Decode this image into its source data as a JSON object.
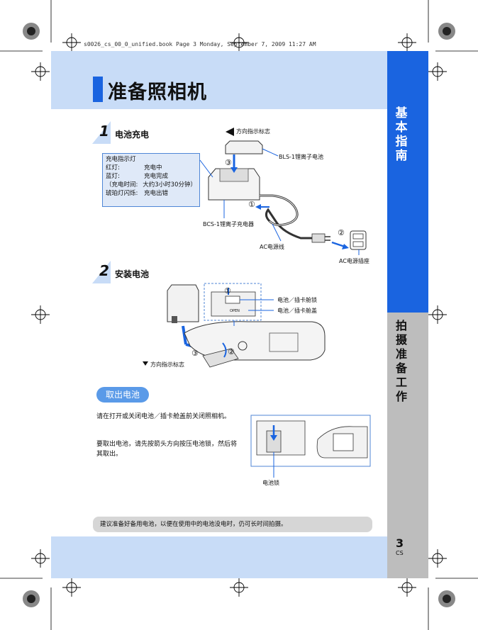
{
  "header": {
    "book_line": "s0026_cs_00_0_unified.book  Page 3  Monday, September 7, 2009  11:27 AM"
  },
  "title": "准备照相机",
  "sidebar": {
    "section_1": "基本指南",
    "section_2": "拍摄准备工作"
  },
  "step1": {
    "number": "1",
    "title": "电池充电",
    "direction_label": "方向指示标志",
    "battery_label": "BLS-1锂离子电池",
    "charger_label": "BCS-1锂离子充电器",
    "cable_label": "AC电源线",
    "outlet_label": "AC电源插座",
    "markers": [
      "①",
      "②",
      "③"
    ],
    "indicator": {
      "heading": "充电指示灯",
      "rows": [
        {
          "key": "红灯:",
          "value": "充电中"
        },
        {
          "key": "蓝灯:",
          "value": "充电完成"
        },
        {
          "key": "（充电时间:",
          "value": "大约3小时30分钟）"
        },
        {
          "key": "琥珀灯闪烁:",
          "value": "充电出错"
        }
      ]
    }
  },
  "step2": {
    "number": "2",
    "title": "安装电池",
    "lock_label": "电池／插卡舱锁",
    "cover_label": "电池／插卡舱盖",
    "direction_label": "方向指示标志",
    "direction_marker": "▼",
    "open_text": "OPEN"
  },
  "remove": {
    "pill": "取出电池",
    "para1": "请在打开或关闭电池／插卡舱盖前关闭照相机。",
    "para2": "要取出电池，请先按箭头方向按压电池锁，然后将其取出。",
    "lock_label": "电池锁"
  },
  "tip": "建议准备好备用电池，以便在使用中的电池没电时，仍可长时间拍摄。",
  "page": {
    "number": "3",
    "lang": "CS"
  },
  "colors": {
    "accent_blue": "#1a64e0",
    "light_blue": "#c8dcf7",
    "gray_band": "#bdbdbd",
    "pill": "#5a9ae8"
  }
}
